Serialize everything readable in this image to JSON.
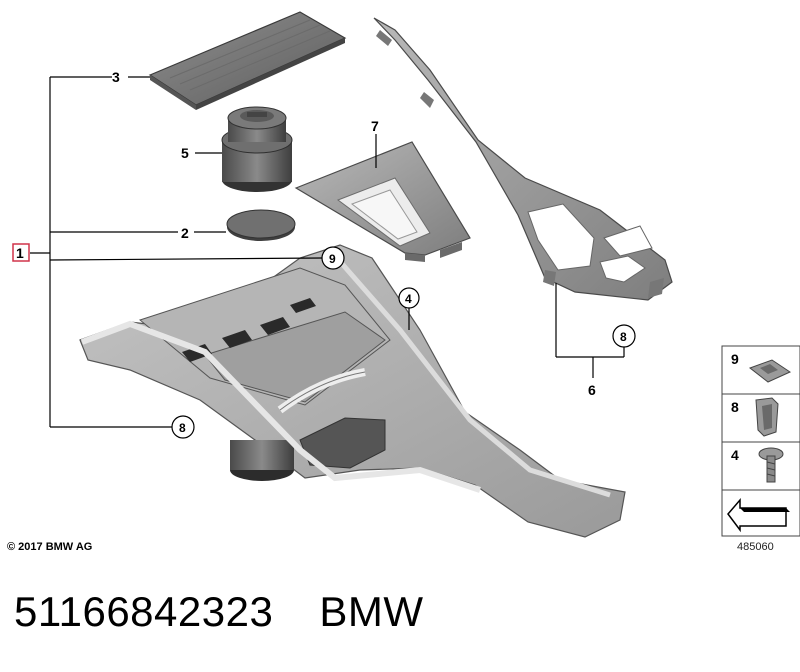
{
  "diagram": {
    "group_callout": "1",
    "callouts": [
      "3",
      "5",
      "2",
      "7",
      "9",
      "4",
      "8",
      "8",
      "6"
    ],
    "legend": {
      "items": [
        {
          "number": "9",
          "icon": "clip-icon"
        },
        {
          "number": "8",
          "icon": "spring-clip-icon"
        },
        {
          "number": "4",
          "icon": "screw-icon"
        }
      ]
    },
    "copyright": "© 2017 BMW AG",
    "diagram_number": "485060"
  },
  "caption": {
    "part_number": "51166842323",
    "brand": "BMW"
  },
  "colors": {
    "callout_box_border": "#d0344a",
    "part_gray": "#a9a9a9",
    "legend_bg": "#ffffff"
  }
}
